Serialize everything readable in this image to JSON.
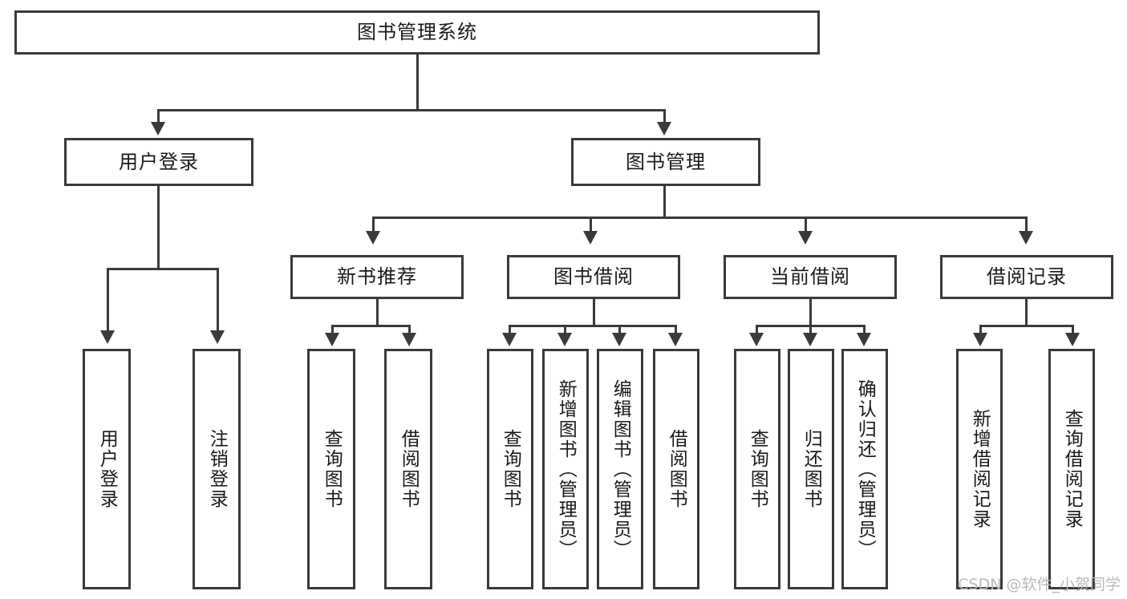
{
  "diagram": {
    "type": "tree-hierarchy-diagram",
    "title": "图书管理系统",
    "orientation": "top-down",
    "colors": {
      "stroke": "#3a3a3a",
      "fill": "#ffffff",
      "text": "#1a1a1a",
      "watermark": "#b9b9b9"
    }
  },
  "root": {
    "label": "图书管理系统"
  },
  "level2": [
    {
      "label": "用户登录"
    },
    {
      "label": "图书管理"
    }
  ],
  "level3": [
    {
      "label": "新书推荐"
    },
    {
      "label": "图书借阅"
    },
    {
      "label": "当前借阅"
    },
    {
      "label": "借阅记录"
    }
  ],
  "leaves": {
    "user_login": [
      {
        "label": "用户登录"
      },
      {
        "label": "注销登录"
      }
    ],
    "new_book_recommend": [
      {
        "label": "查询图书"
      },
      {
        "label": "借阅图书"
      }
    ],
    "book_borrow": [
      {
        "label": "查询图书"
      },
      {
        "label": "新增图书（管理员）"
      },
      {
        "label": "编辑图书（管理员）"
      },
      {
        "label": "借阅图书"
      }
    ],
    "current_borrow": [
      {
        "label": "查询图书"
      },
      {
        "label": "归还图书"
      },
      {
        "label": "确认归还（管理员）"
      }
    ],
    "borrow_record": [
      {
        "label": "新增借阅记录"
      },
      {
        "label": "查询借阅记录"
      }
    ]
  },
  "watermark": {
    "text": "CSDN @软件_小贺同学"
  }
}
